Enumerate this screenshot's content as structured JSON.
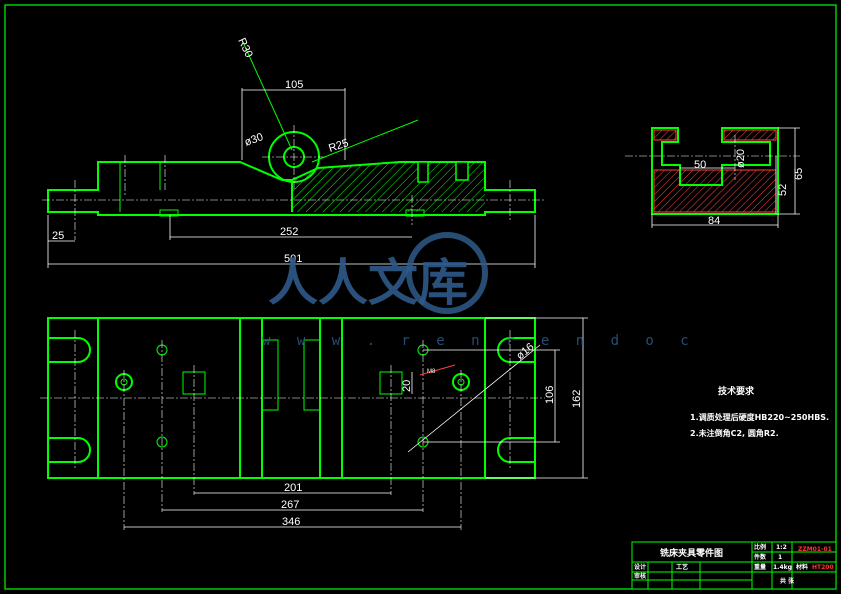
{
  "drawing": {
    "front_view": {
      "dimensions": [
        "105",
        "R30",
        "ø30",
        "R25",
        "25",
        "252",
        "501"
      ]
    },
    "side_view": {
      "dimensions": [
        "50",
        "ø20",
        "52",
        "65",
        "84"
      ]
    },
    "plan_view": {
      "dimensions": [
        "201",
        "267",
        "346",
        "106",
        "162",
        "20",
        "ø16",
        "M8"
      ]
    },
    "watermark": {
      "brand": "人人文库",
      "url": "w w w . r e n r e n d o c"
    },
    "tech_requirements": {
      "heading": "技术要求",
      "items": [
        "1.调质处理后硬度HB220~250HBS.",
        "2.未注倒角C2, 圆角R2."
      ]
    },
    "title_block": {
      "name": "铣床夹具零件图",
      "drawing_no": "ZZM01-01",
      "scale_label": "比例",
      "scale_value": "1:2",
      "qty_label": "件数",
      "qty_value": "1",
      "weight_label": "重量",
      "weight_value": "1.4kg",
      "material_label": "材料",
      "material_value": "HT200",
      "designer_label": "设计",
      "checker_label": "审核",
      "process_label": "工艺",
      "row_label": "共 张"
    }
  }
}
